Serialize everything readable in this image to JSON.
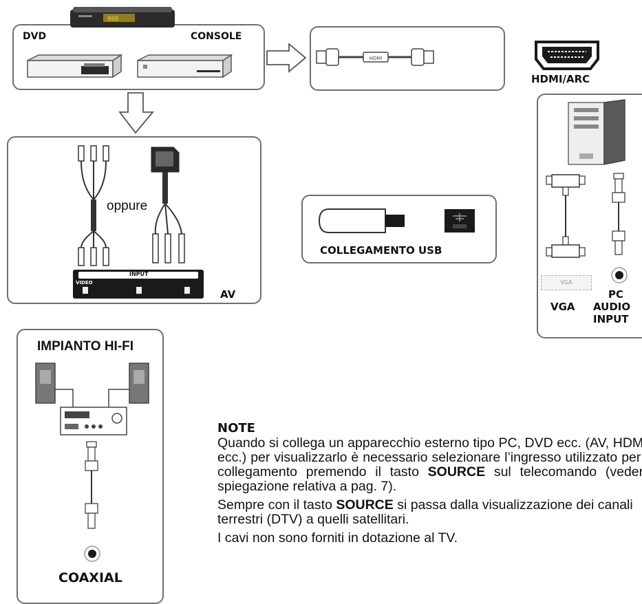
{
  "labels": {
    "dvd": "DVD",
    "console": "CONSOLE",
    "hdmi_arc": "HDMI/ARC",
    "oppure": "oppure",
    "input": "INPUT",
    "video": "VIDEO",
    "av": "AV",
    "usb": "COLLEGAMENTO USB",
    "vga": "VGA",
    "pc": "PC",
    "audio": "AUDIO",
    "pc_input": "INPUT",
    "hifi": "IMPIANTO HI-FI",
    "coaxial": "COAXIAL",
    "hdmi_text": "HDMI",
    "vga_port_text": "VGA"
  },
  "note": {
    "title": "NOTE",
    "p1_a": "Quando si collega un apparecchio esterno tipo PC, DVD ecc. (AV, HDMI, ecc.) per visualizzarlo è necessario selezionare l’ingresso utilizzato per il collegamento premendo il tasto ",
    "p1_bold": "SOURCE",
    "p1_b": " sul telecomando (vedere spiegazione relativa a pag. 7).",
    "p2_a": "Sempre con il tasto ",
    "p2_bold": "SOURCE",
    "p2_b": " si passa dalla visualizzazione dei canali terrestri (DTV) a quelli satellitari.",
    "p3": "I cavi non sono forniti in dotazione al TV."
  },
  "colors": {
    "border": "#6e6e6e",
    "device": "#8a8a8a",
    "dark": "#1a1a1a",
    "light": "#e6e6e6"
  }
}
